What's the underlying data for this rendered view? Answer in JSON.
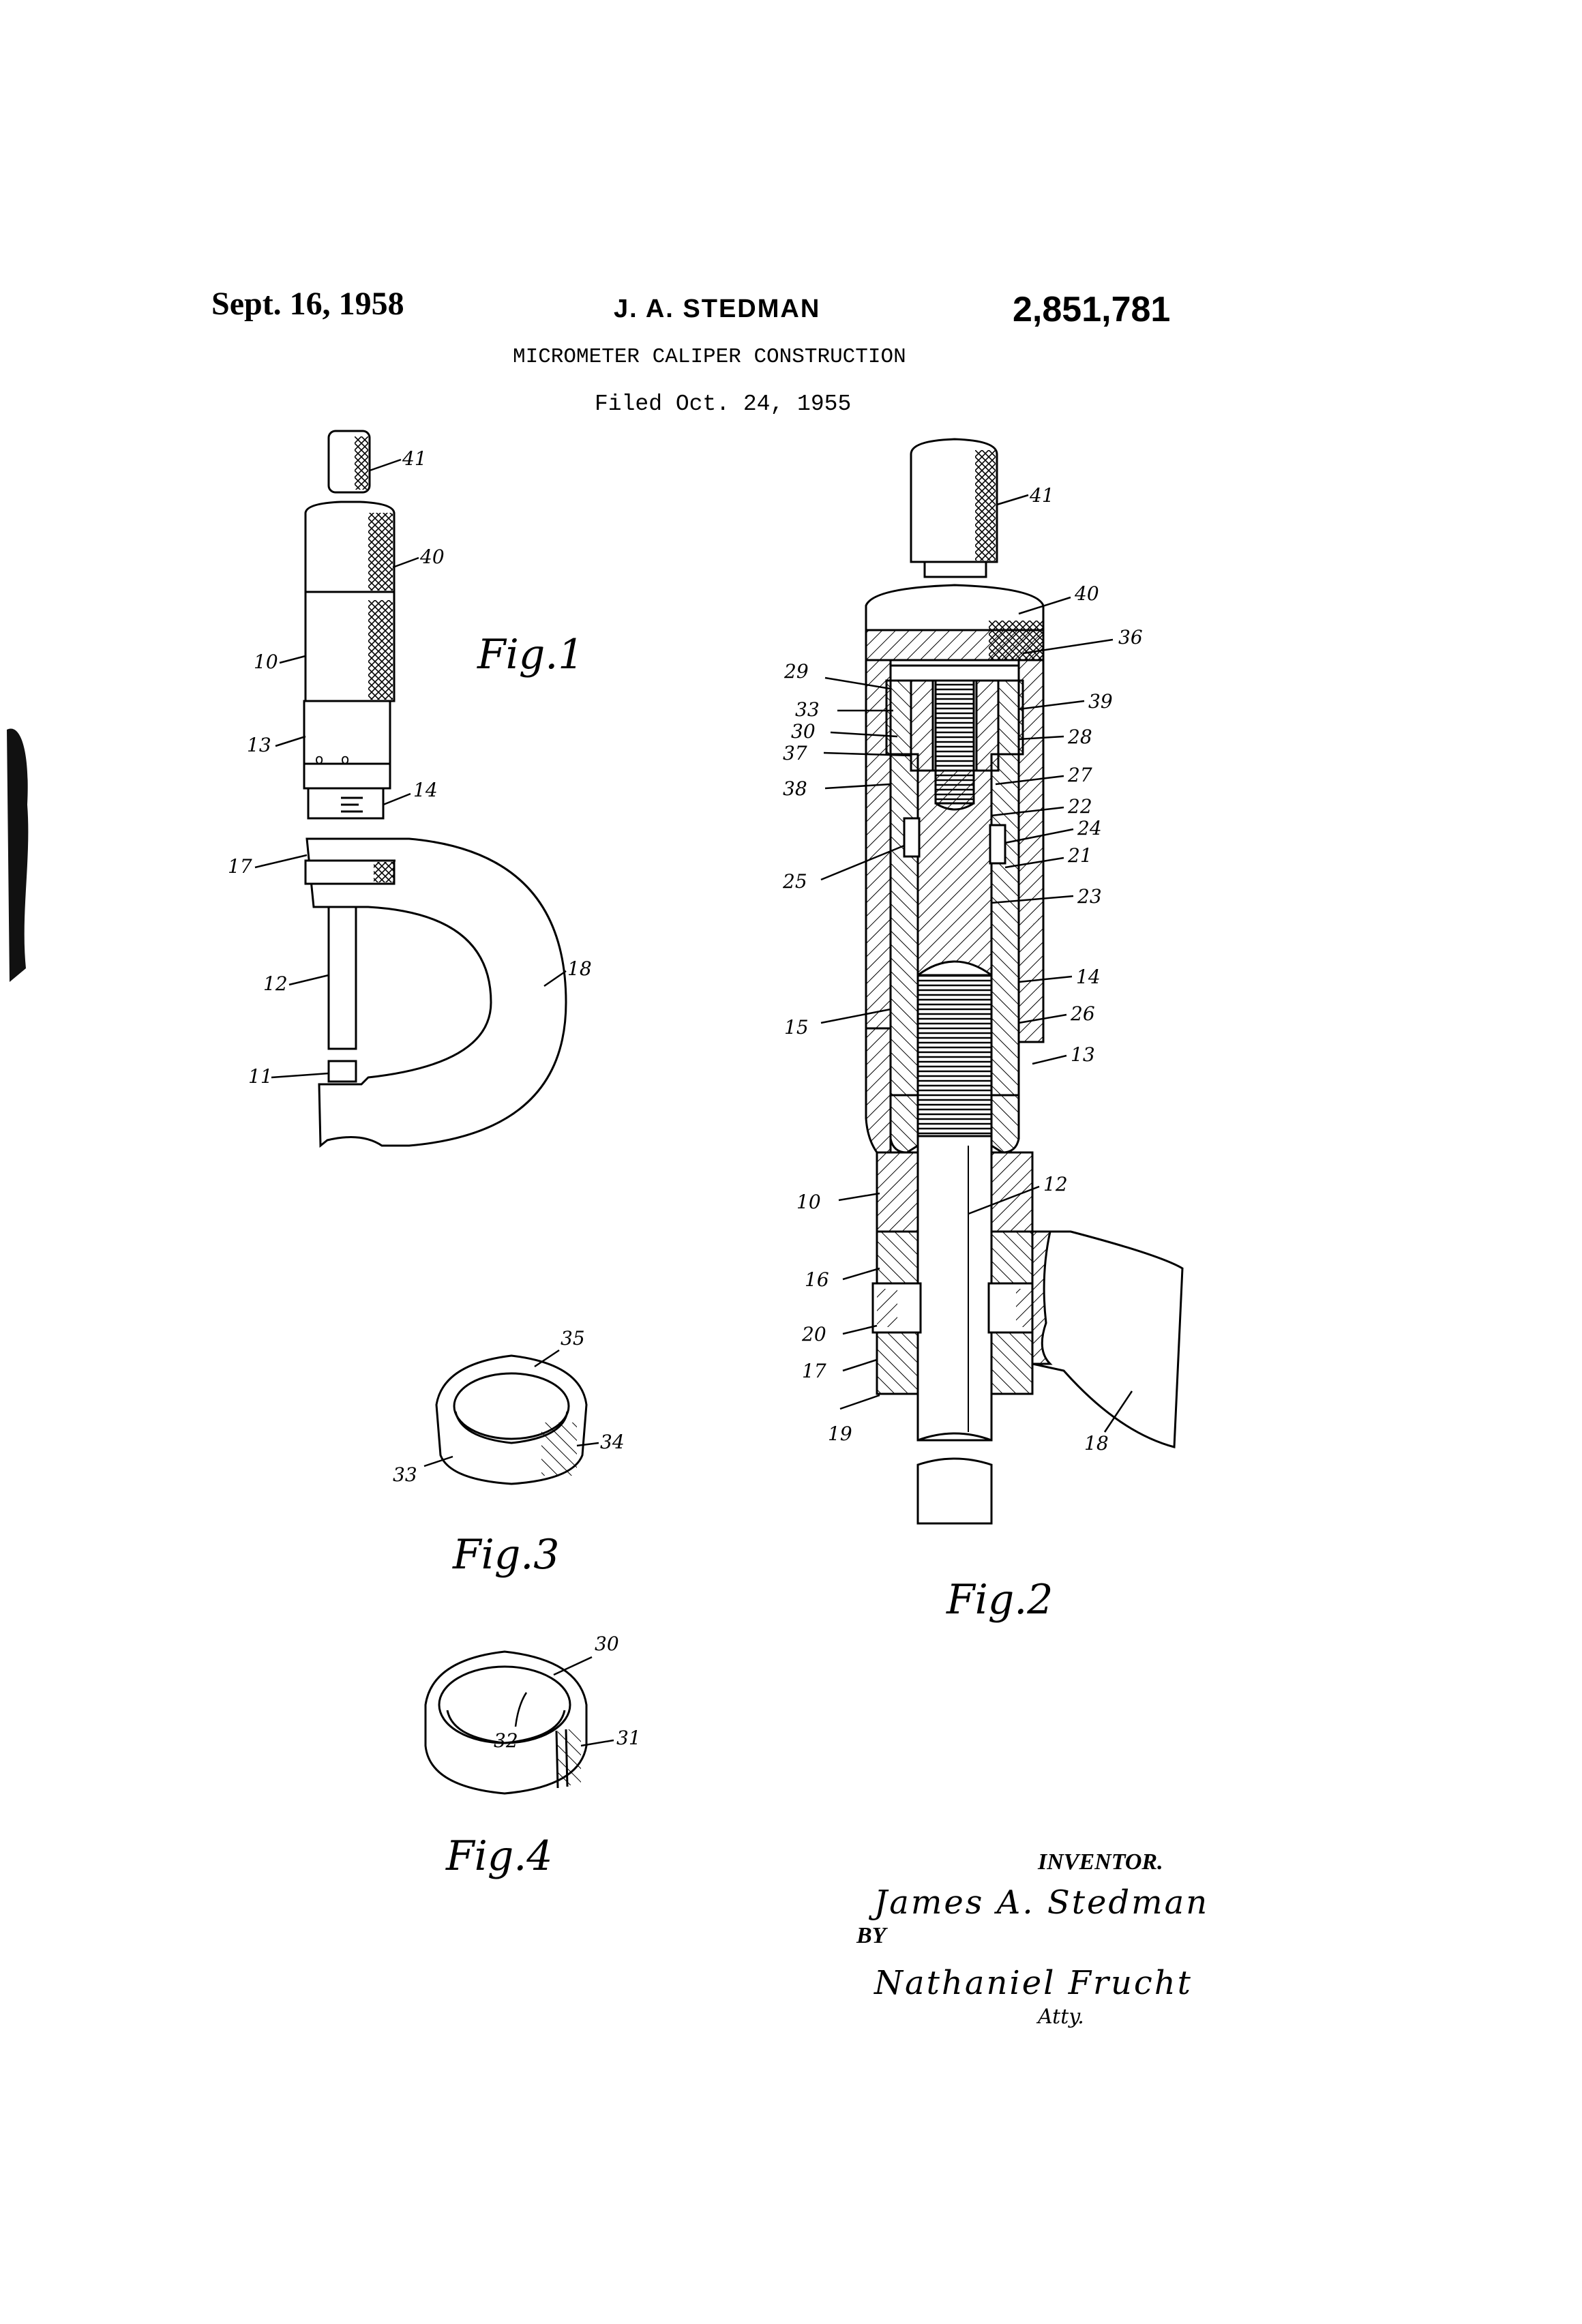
{
  "header": {
    "date": "Sept. 16, 1958",
    "inventor_name": "J. A. STEDMAN",
    "patent_number": "2,851,781",
    "title": "MICROMETER CALIPER CONSTRUCTION",
    "filed": "Filed Oct. 24, 1955"
  },
  "figures": {
    "fig1": {
      "label": "Fig.1",
      "refs": {
        "r41": "41",
        "r40": "40",
        "r10": "10",
        "r13": "13",
        "r14": "14",
        "r17": "17",
        "r12": "12",
        "r18": "18",
        "r11": "11"
      }
    },
    "fig2": {
      "label": "Fig.2",
      "refs": {
        "r41": "41",
        "r40": "40",
        "r36": "36",
        "r29": "29",
        "r33": "33",
        "r30": "30",
        "r37": "37",
        "r38": "38",
        "r39": "39",
        "r28": "28",
        "r27": "27",
        "r22": "22",
        "r24": "24",
        "r21": "21",
        "r25": "25",
        "r23": "23",
        "r14": "14",
        "r15": "15",
        "r26": "26",
        "r13": "13",
        "r10": "10",
        "r12": "12",
        "r16": "16",
        "r20": "20",
        "r17": "17",
        "r19": "19",
        "r18": "18"
      }
    },
    "fig3": {
      "label": "Fig.3",
      "refs": {
        "r35": "35",
        "r33": "33",
        "r34": "34"
      }
    },
    "fig4": {
      "label": "Fig.4",
      "refs": {
        "r30": "30",
        "r32": "32",
        "r31": "31"
      }
    }
  },
  "signature": {
    "inventor_label": "INVENTOR.",
    "inventor": "James A. Stedman",
    "by": "BY",
    "attorney": "Nathaniel Frucht",
    "atty": "Atty."
  }
}
